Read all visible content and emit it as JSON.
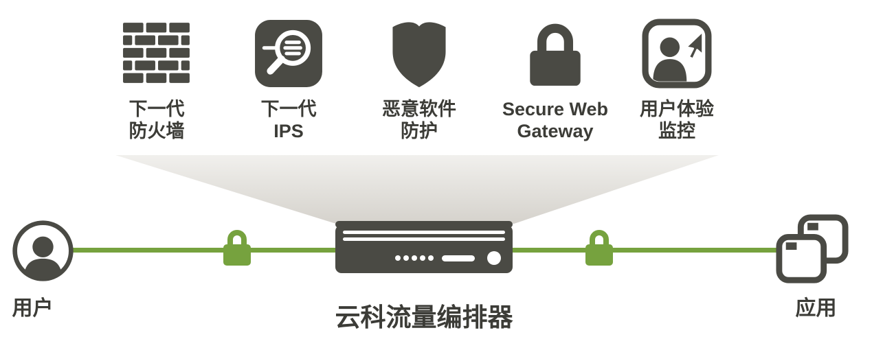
{
  "colors": {
    "dark": "#4a4a44",
    "green": "#76a23e",
    "text": "#3c3c37",
    "funnel_top": "#f1f0ed",
    "funnel_bottom": "#d5d2cc"
  },
  "services": [
    {
      "icon": "firewall-icon",
      "label_lines": [
        "下一代",
        "防火墙"
      ]
    },
    {
      "icon": "ips-magnifier-icon",
      "label_lines": [
        "下一代",
        "IPS"
      ]
    },
    {
      "icon": "shield-icon",
      "label_lines": [
        "恶意软件",
        "防护"
      ]
    },
    {
      "icon": "lock-icon",
      "label_lines": [
        "Secure Web",
        "Gateway"
      ]
    },
    {
      "icon": "user-monitor-icon",
      "label_lines": [
        "用户体验",
        "监控"
      ]
    }
  ],
  "endpoints": {
    "user": {
      "icon": "user-icon",
      "label": "用户"
    },
    "app": {
      "icon": "applications-icon",
      "label": "应用"
    }
  },
  "orchestrator": {
    "icon": "appliance-icon",
    "label": "云科流量编排器"
  },
  "links": {
    "icon": "green-lock-icon"
  }
}
